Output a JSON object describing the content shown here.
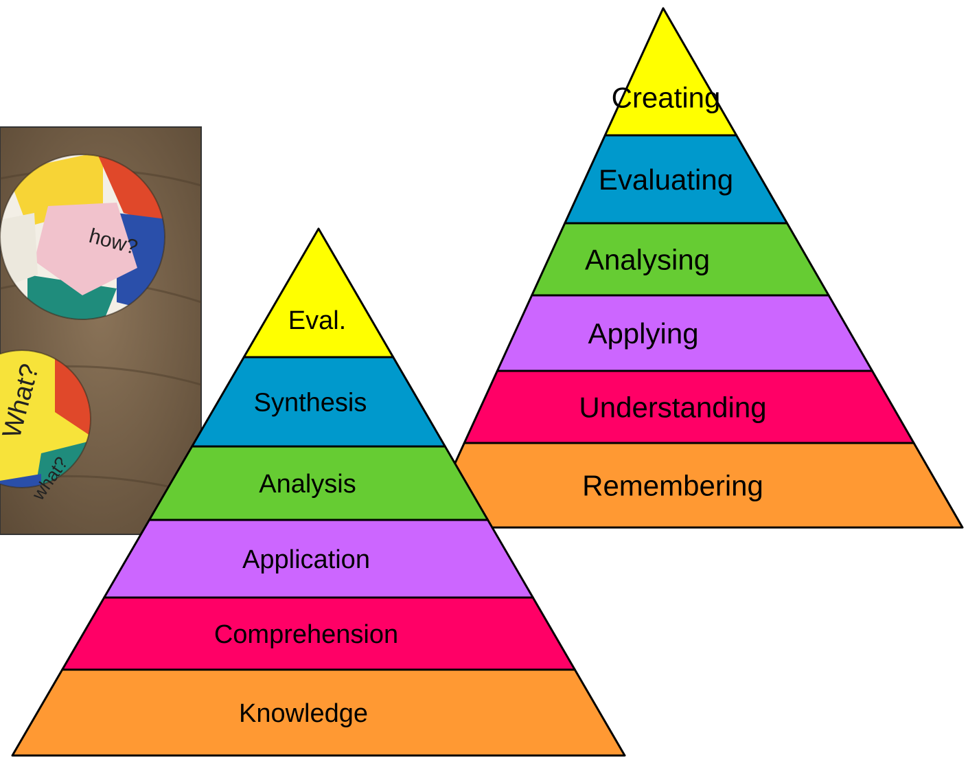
{
  "photo": {
    "ball_labels": [
      "how?",
      "What?",
      "what?"
    ]
  },
  "new_pyramid": {
    "levels": [
      {
        "label": "Creating",
        "color": "#FFFF00"
      },
      {
        "label": "Evaluating",
        "color": "#0099CC"
      },
      {
        "label": "Analysing",
        "color": "#66CC33"
      },
      {
        "label": "Applying",
        "color": "#CC66FF"
      },
      {
        "label": "Understanding",
        "color": "#FF0066"
      },
      {
        "label": "Remembering",
        "color": "#FF9933"
      }
    ]
  },
  "old_pyramid": {
    "levels": [
      {
        "label": "Eval.",
        "color": "#FFFF00"
      },
      {
        "label": "Synthesis",
        "color": "#0099CC"
      },
      {
        "label": "Analysis",
        "color": "#66CC33"
      },
      {
        "label": "Application",
        "color": "#CC66FF"
      },
      {
        "label": "Comprehension",
        "color": "#FF0066"
      },
      {
        "label": "Knowledge",
        "color": "#FF9933"
      }
    ]
  }
}
